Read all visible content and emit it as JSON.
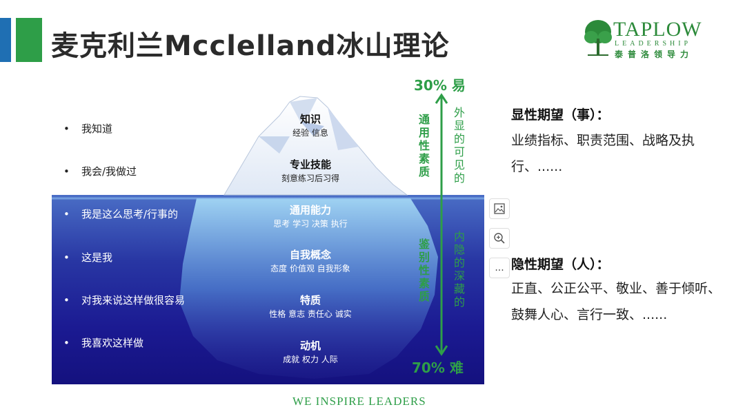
{
  "slide": {
    "title": "麦克利兰Mcclelland冰山理论",
    "accent_colors": {
      "blue": "#1f6fb3",
      "green": "#2e9e48",
      "water_deep": "#14117e"
    }
  },
  "logo": {
    "name": "TAPLOW",
    "sub": "LEADERSHIP",
    "cn": "泰普洛领导力",
    "icon": "tree-icon"
  },
  "bullets": [
    {
      "dot": "•",
      "text": "我知道"
    },
    {
      "dot": "•",
      "text": "我会/我做过"
    },
    {
      "dot": "•",
      "text": "我是这么思考/行事的"
    },
    {
      "dot": "•",
      "text": "这是我"
    },
    {
      "dot": "•",
      "text": "对我来说这样做很容易"
    },
    {
      "dot": "•",
      "text": "我喜欢这样做"
    }
  ],
  "iceberg": {
    "above": [
      {
        "heading": "知识",
        "sub": "经验 信息"
      },
      {
        "heading": "专业技能",
        "sub": "刻意练习后习得"
      }
    ],
    "below": [
      {
        "heading": "通用能力",
        "sub": "思考 学习 决策 执行"
      },
      {
        "heading": "自我概念",
        "sub": "态度 价值观 自我形象"
      },
      {
        "heading": "特质",
        "sub": "性格 意志 责任心 诚实"
      },
      {
        "heading": "动机",
        "sub": "成就  权力  人际"
      }
    ]
  },
  "scale": {
    "top": "30% 易",
    "bottom": "70% 难",
    "upper_label": "通用性素质",
    "lower_label": "鉴别性素质",
    "upper_side": "外显的可见的",
    "lower_side": "内隐的深藏的"
  },
  "right": {
    "visible_heading": "显性期望（事）：",
    "visible_text": "业绩指标、职责范围、战略及执行、......",
    "hidden_heading": "隐性期望（人）：",
    "hidden_text": "正直、公正公平、敬业、善于倾听、鼓舞人心、言行一致、......"
  },
  "toolbar": {
    "image_icon": "image-icon",
    "zoom_icon": "zoom-in-icon",
    "more_label": "..."
  },
  "footer": "WE  INSPIRE  LEADERS"
}
